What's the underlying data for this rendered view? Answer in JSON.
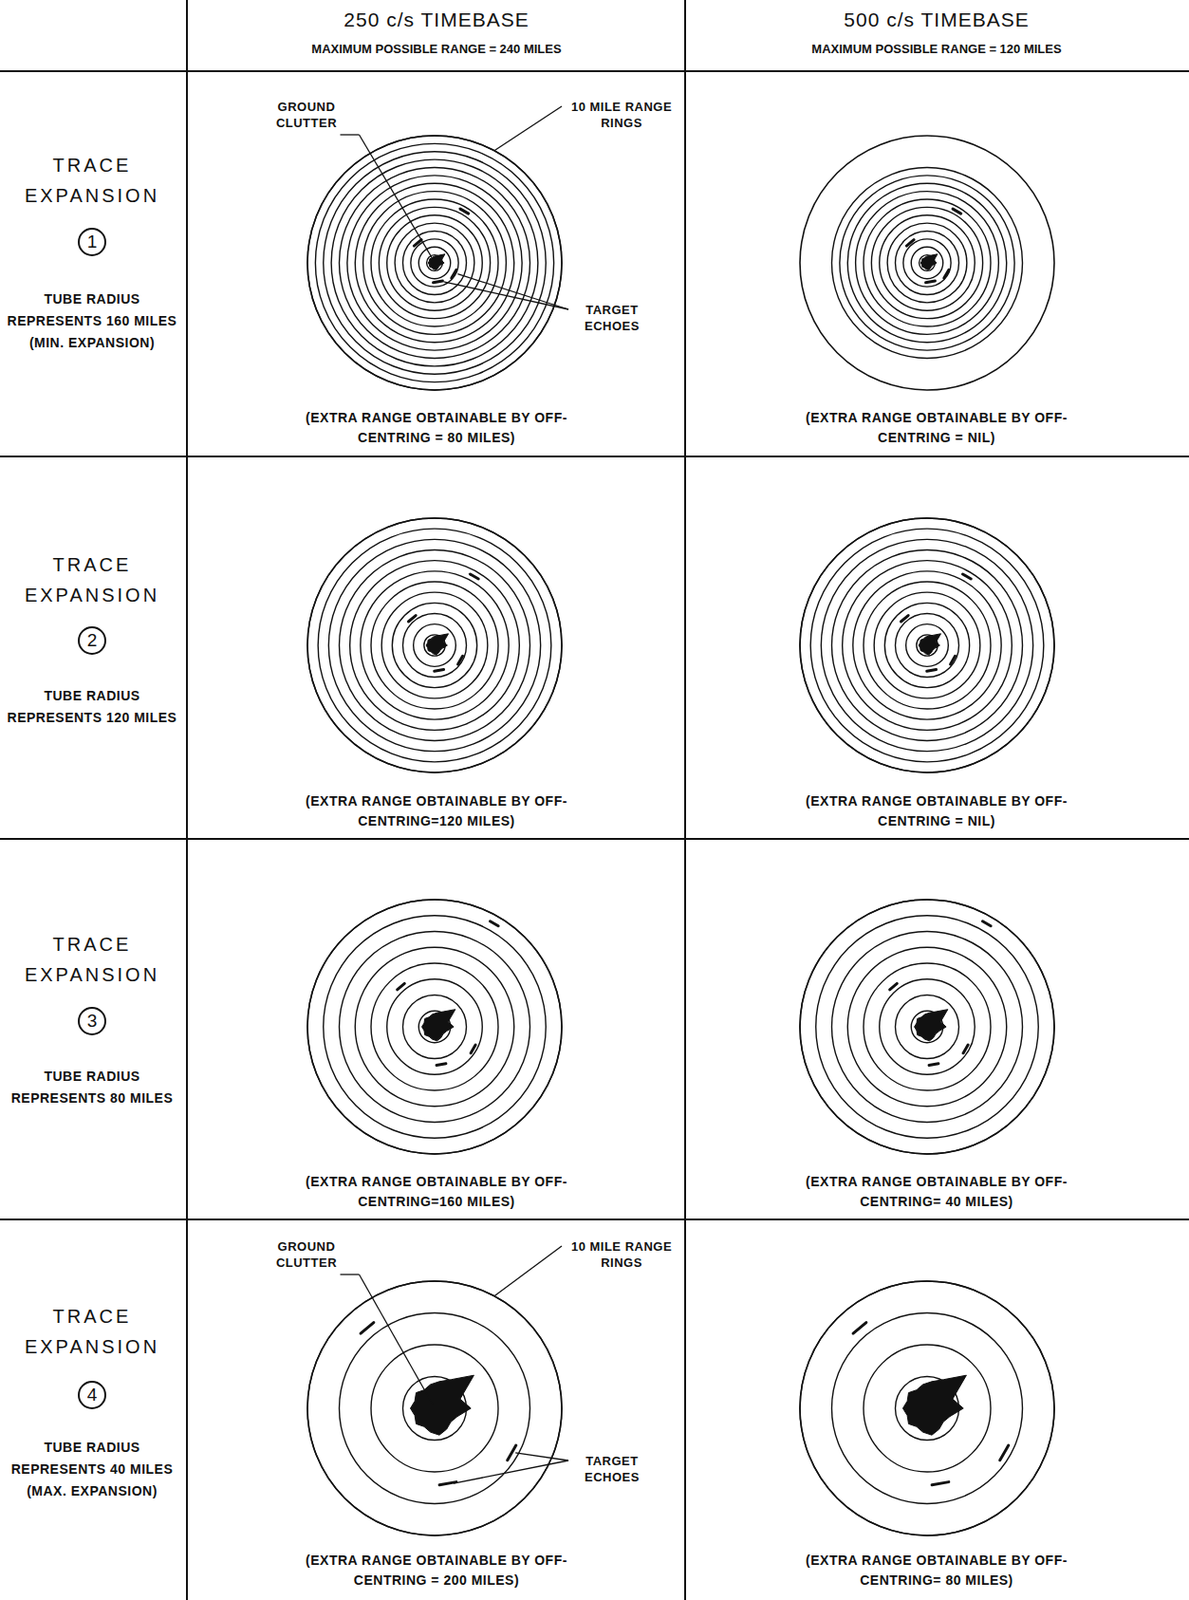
{
  "diagram": {
    "nodes": [
      {
        "text": [
          "1"
        ]
      },
      {
        "text": [
          "2"
        ]
      },
      {
        "text": [
          "3"
        ]
      },
      {
        "text": [
          "4"
        ]
      }
    ],
    "labels": [
      "250 c/s TIMEBASE",
      "MAXIMUM POSSIBLE RANGE = 240 MILES",
      "500 c/s TIMEBASE",
      "MAXIMUM POSSIBLE RANGE = 120 MILES",
      "TRACE EXPANSION",
      "TUBE RADIUS REPRESENTS 160 MILES (MIN. EXPANSION)",
      "GROUND CLUTTER",
      "10 MILE RANGE RINGS",
      "TARGET ECHOES",
      "(EXTRA RANGE OBTAINABLE BY OFF-CENTRING = 80 MILES)",
      "(EXTRA RANGE OBTAINABLE BY OFF-CENTRING = NIL)",
      "TRACE EXPANSION",
      "TUBE RADIUS REPRESENTS 120 MILES",
      "(EXTRA RANGE OBTAINABLE BY OFF-CENTRING=120 MILES)",
      "(EXTRA RANGE OBTAINABLE BY OFF-CENTRING = NIL)",
      "TRACE EXPANSION",
      "TUBE RADIUS REPRESENTS 80 MILES",
      "(EXTRA RANGE OBTAINABLE BY OFF-CENTRING=160 MILES)",
      "(EXTRA RANGE OBTAINABLE BY OFF-CENTRING= 40 MILES)",
      "TRACE EXPANSION",
      "TUBE RADIUS REPRESENTS 40 MILES (MAX. EXPANSION)",
      "GROUND CLUTTER",
      "10 MILE RANGE RINGS",
      "TARGET ECHOES",
      "(EXTRA RANGE OBTAINABLE BY OFF-CENTRING = 200 MILES)",
      "(EXTRA RANGE OBTAINABLE BY OFF-CENTRING= 80 MILES)"
    ]
  }
}
